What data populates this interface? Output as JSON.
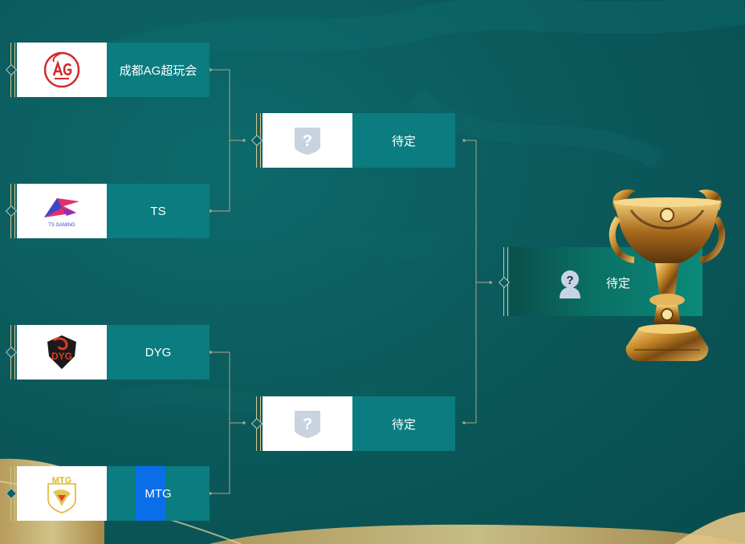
{
  "bracket": {
    "round1": [
      {
        "name": "成都AG超玩会",
        "logo": "ag-logo-icon"
      },
      {
        "name": "TS",
        "logo": "ts-gaming-logo-icon"
      },
      {
        "name": "DYG",
        "logo": "dyg-logo-icon"
      },
      {
        "name": "MTG",
        "logo": "mtg-logo-icon"
      }
    ],
    "semifinals": [
      {
        "name": "待定",
        "logo": "unknown-team-icon"
      },
      {
        "name": "待定",
        "logo": "unknown-team-icon"
      }
    ],
    "final": {
      "name": "待定",
      "logo": "unknown-player-icon"
    }
  },
  "colors": {
    "card_name_bg": "#0b7c7f",
    "card_logo_bg": "#ffffff",
    "background": "#0b5a5c",
    "gold": "#d8c58e",
    "mtg_highlight": "#0a6ee8"
  }
}
